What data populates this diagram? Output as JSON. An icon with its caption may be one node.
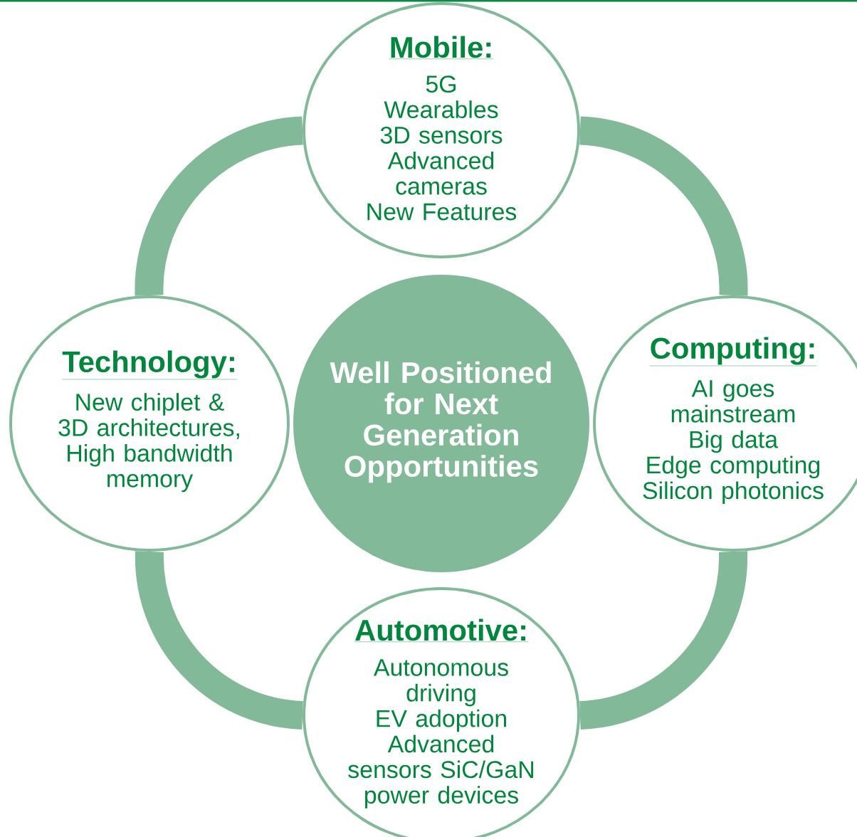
{
  "diagram": {
    "nodes": [
      {
        "text": [
          "Mobile:",
          "5G",
          "Wearables",
          "3D sensors",
          "Advanced cameras",
          "New Features"
        ]
      },
      {
        "text": [
          "Technology:",
          "New chiplet & 3D architectures, High bandwidth memory"
        ]
      },
      {
        "text": [
          "Well Positioned for Next Generation Opportunities"
        ]
      },
      {
        "text": [
          "Computing:",
          "AI goes mainstream",
          "Big data",
          "Edge computing",
          "Silicon photonics"
        ]
      },
      {
        "text": [
          "Automotive:",
          "Autonomous driving",
          "EV adoption",
          "Advanced sensors SiC/GaN power devices"
        ]
      }
    ],
    "edges": [
      {
        "from": 0,
        "to": 3,
        "arrow": "none"
      },
      {
        "from": 3,
        "to": 4,
        "arrow": "none"
      },
      {
        "from": 4,
        "to": 1,
        "arrow": "none"
      },
      {
        "from": 1,
        "to": 0,
        "arrow": "none"
      }
    ]
  }
}
